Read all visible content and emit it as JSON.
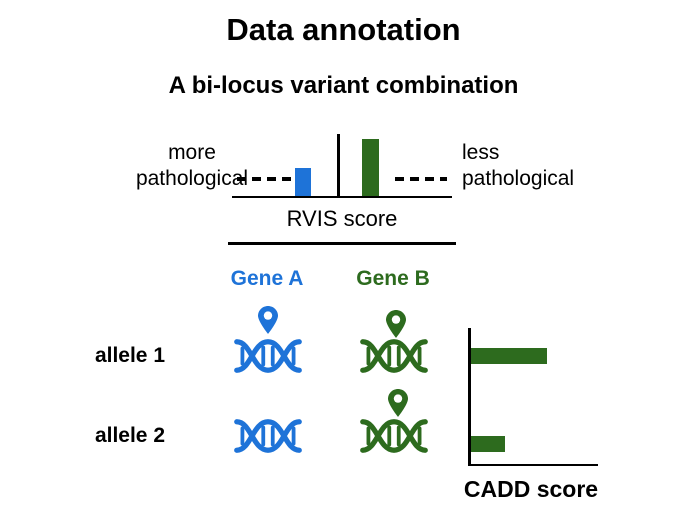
{
  "title": "Data annotation",
  "subtitle": "A bi-locus variant combination",
  "colors": {
    "gene_a": "#1e73d8",
    "gene_b": "#2d6b1e",
    "axis": "#000000"
  },
  "rvis": {
    "left_label": "more pathological",
    "right_label": "less pathological",
    "axis_label": "RVIS score"
  },
  "genes": {
    "gene_a_label": "Gene A",
    "gene_b_label": "Gene B"
  },
  "alleles": [
    {
      "label": "allele 1"
    },
    {
      "label": "allele 2"
    }
  ],
  "cadd": {
    "axis_label": "CADD score"
  },
  "icons": {
    "dna": "dna-helix-icon",
    "pin": "variant-location-pin-icon"
  },
  "chart_data": [
    {
      "type": "bar",
      "title": "RVIS score",
      "orientation": "vertical",
      "categories": [
        "Gene A",
        "Gene B"
      ],
      "values": [
        0.45,
        0.92
      ],
      "bar_colors": [
        "#1e73d8",
        "#2d6b1e"
      ],
      "xlabel": "RVIS score",
      "ylim": [
        0,
        1
      ],
      "annotations": [
        "more pathological",
        "less pathological"
      ],
      "grid": false
    },
    {
      "type": "bar",
      "title": "CADD score",
      "orientation": "horizontal",
      "categories": [
        "allele 1",
        "allele 2"
      ],
      "values": [
        0.9,
        0.4
      ],
      "bar_colors": [
        "#2d6b1e",
        "#2d6b1e"
      ],
      "xlabel": "CADD score",
      "xlim": [
        0,
        1
      ],
      "grid": false
    }
  ]
}
